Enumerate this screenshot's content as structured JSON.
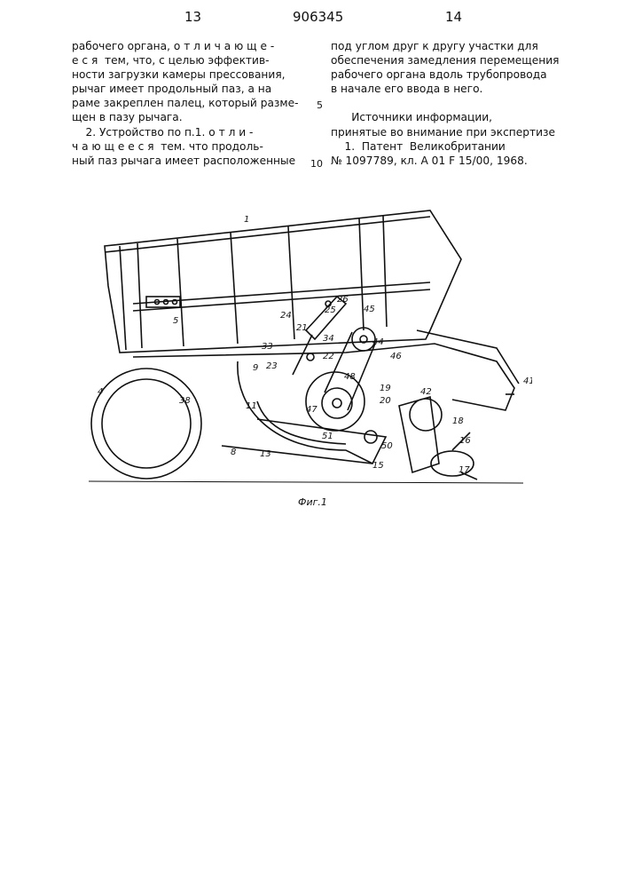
{
  "header": {
    "page_left": "13",
    "patent_number": "906345",
    "page_right": "14"
  },
  "left_column": {
    "lines": [
      "рабочего органа, о т л и ч а ю щ е -",
      "е с я  тем, что, с целью эффектив-",
      "ности загрузки камеры прессования,",
      "рычаг имеет продольный паз, а на",
      "раме закреплен палец, который размe-",
      "щен в пазу рычага.",
      "    2. Устройство по п.1. о т л и -",
      "ч а ю щ е е с я  тем. что продоль-",
      "ный паз рычага имеет расположенные"
    ]
  },
  "right_column": {
    "lines": [
      "под углом друг к другу участки для",
      "обеспечения замедления перемещения",
      "рабочего органа вдоль трубопровода",
      "в начале его ввода в него.",
      "",
      "      Источники информации,",
      "принятые во внимание при экспертизе",
      "    1.  Патент  Великобритании",
      "№ 1097789, кл. А 01 F 15/00, 1968."
    ]
  },
  "line_numbers": [
    "5",
    "10"
  ],
  "figure": {
    "caption": "Фиг.1",
    "labels": [
      "1",
      "4",
      "5",
      "8",
      "9",
      "11",
      "13",
      "15",
      "16",
      "17",
      "18",
      "19",
      "20",
      "21",
      "22",
      "23",
      "24",
      "25",
      "26",
      "33",
      "34",
      "38",
      "41",
      "42",
      "44",
      "45",
      "46",
      "47",
      "48",
      "50",
      "51"
    ]
  }
}
